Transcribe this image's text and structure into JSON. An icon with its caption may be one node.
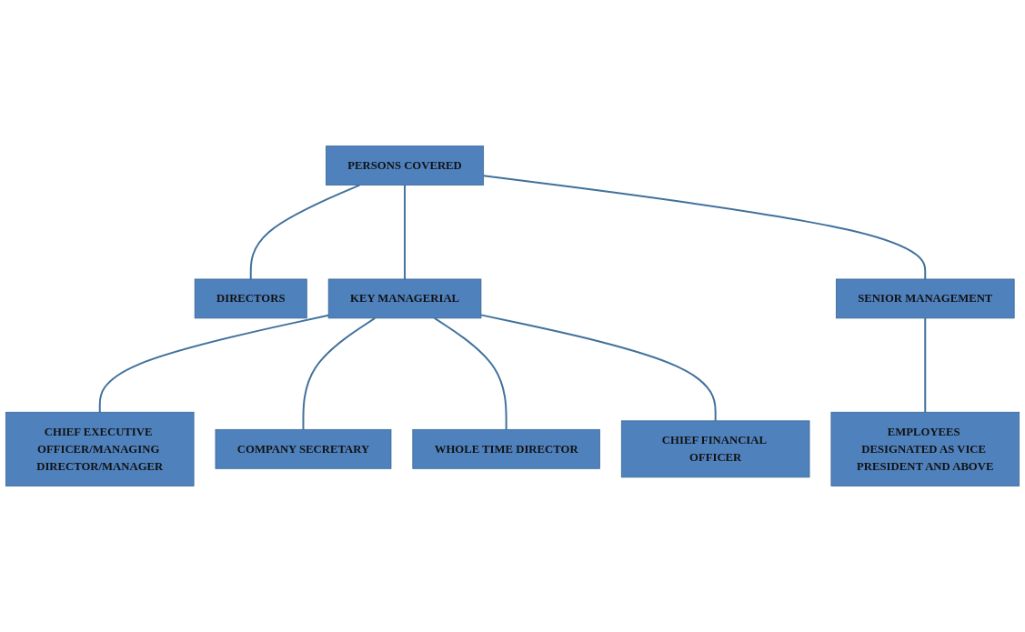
{
  "diagram": {
    "nodes": [
      {
        "text": [
          "PERSONS COVERED"
        ]
      },
      {
        "text": [
          "DIRECTORS"
        ]
      },
      {
        "text": [
          "KEY MANAGERIAL"
        ]
      },
      {
        "text": [
          "SENIOR MANAGEMENT"
        ]
      },
      {
        "text": [
          "CHIEF EXECUTIVE OFFICER/MANAGING DIRECTOR/MANAGER"
        ]
      },
      {
        "text": [
          "COMPANY SECRETARY"
        ]
      },
      {
        "text": [
          "WHOLE TIME DIRECTOR"
        ]
      },
      {
        "text": [
          "CHIEF FINANCIAL OFFICER"
        ]
      },
      {
        "text": [
          "EMPLOYEES DESIGNATED AS VICE PRESIDENT AND ABOVE"
        ]
      }
    ],
    "edges": [
      {
        "from": 0,
        "to": 1,
        "arrow": "none"
      },
      {
        "from": 0,
        "to": 2,
        "arrow": "none"
      },
      {
        "from": 0,
        "to": 3,
        "arrow": "none"
      },
      {
        "from": 2,
        "to": 4,
        "arrow": "none"
      },
      {
        "from": 2,
        "to": 5,
        "arrow": "none"
      },
      {
        "from": 2,
        "to": 6,
        "arrow": "none"
      },
      {
        "from": 2,
        "to": 7,
        "arrow": "none"
      },
      {
        "from": 3,
        "to": 8,
        "arrow": "none"
      }
    ]
  }
}
